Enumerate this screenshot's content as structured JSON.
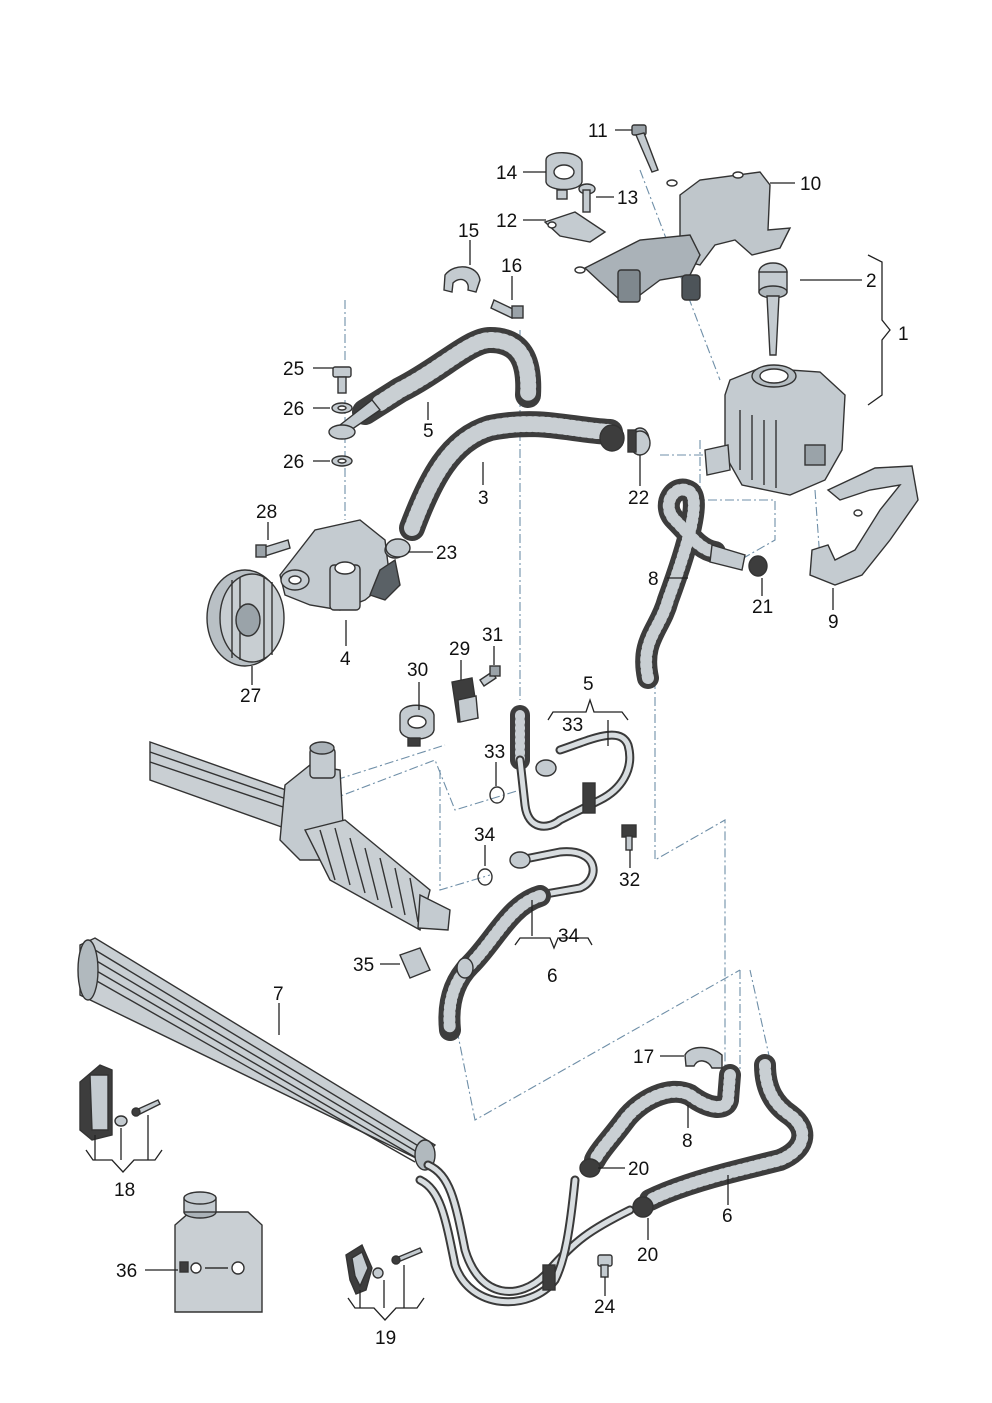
{
  "diagram": {
    "callouts": {
      "c1": "1",
      "c2": "2",
      "c3": "3",
      "c4": "4",
      "c5a": "5",
      "c5b": "5",
      "c6a": "6",
      "c6b": "6",
      "c7": "7",
      "c8a": "8",
      "c8b": "8",
      "c9": "9",
      "c10": "10",
      "c11": "11",
      "c12": "12",
      "c13": "13",
      "c14": "14",
      "c15": "15",
      "c16": "16",
      "c17": "17",
      "c18": "18",
      "c19": "19",
      "c20a": "20",
      "c20b": "20",
      "c21": "21",
      "c22": "22",
      "c23": "23",
      "c24": "24",
      "c25": "25",
      "c26a": "26",
      "c26b": "26",
      "c27": "27",
      "c28": "28",
      "c29": "29",
      "c30": "30",
      "c31": "31",
      "c32": "32",
      "c33a": "33",
      "c33b": "33",
      "c34a": "34",
      "c34b": "34",
      "c35": "35",
      "c36": "36"
    },
    "colors": {
      "part_fill": "#c4cbd0",
      "part_dark": "#8d979e",
      "hose": "#3d3d3d",
      "dash_line": "#6f8fa8",
      "text": "#111111"
    }
  }
}
